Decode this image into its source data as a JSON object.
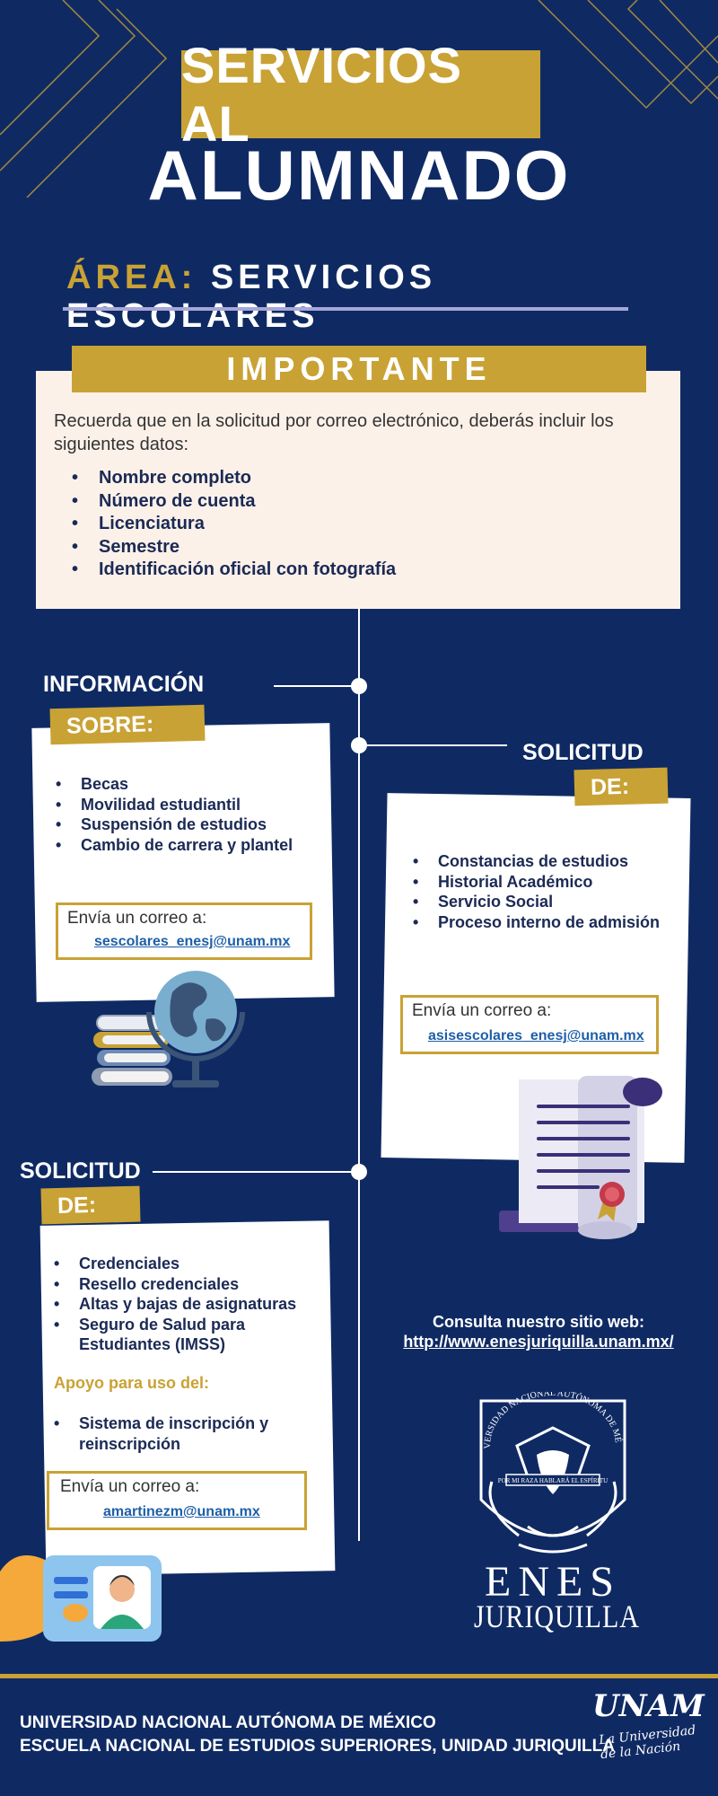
{
  "header": {
    "title_line1": "SERVICIOS AL",
    "title_line2": "ALUMNADO"
  },
  "area": {
    "label": "ÁREA:",
    "value": "SERVICIOS ESCOLARES"
  },
  "importante": {
    "banner": "IMPORTANTE",
    "intro": "Recuerda que en la solicitud por correo electrónico, deberás incluir los siguientes datos:",
    "items": [
      "Nombre completo",
      "Número de cuenta",
      "Licenciatura",
      "Semestre",
      "Identificación oficial con fotografía"
    ]
  },
  "informacion": {
    "heading": "INFORMACIÓN",
    "tag": "SOBRE:",
    "items": [
      "Becas",
      "Movilidad estudiantil",
      "Suspensión de estudios",
      "Cambio de carrera y plantel"
    ],
    "mail_label": "Envía un correo a:",
    "mail_address": "sescolares_enesj@unam.mx"
  },
  "solicitud_right": {
    "heading": "SOLICITUD",
    "tag": "DE:",
    "items": [
      "Constancias de estudios",
      "Historial Académico",
      "Servicio Social",
      "Proceso interno de admisión"
    ],
    "mail_label": "Envía un correo a:",
    "mail_address": "asisescolares_enesj@unam.mx"
  },
  "solicitud_left": {
    "heading": "SOLICITUD",
    "tag": "DE:",
    "items": [
      "Credenciales",
      "Resello credenciales",
      "Altas y bajas de asignaturas",
      "Seguro de Salud para Estudiantes (IMSS)"
    ],
    "support_label": "Apoyo para uso del:",
    "support_items": [
      "Sistema de inscripción y reinscripción"
    ],
    "mail_label": "Envía un correo a:",
    "mail_address": "amartinezm@unam.mx"
  },
  "website": {
    "label": "Consulta nuestro sitio web:",
    "url": "http://www.enesjuriquilla.unam.mx/"
  },
  "logo": {
    "seal_text": "UNIVERSIDAD NACIONAL AUTÓNOMA DE MÉXICO",
    "motto": "POR MI RAZA HABLARÁ EL ESPÍRITU",
    "line1": "ENES",
    "line2": "JURIQUILLA"
  },
  "footer": {
    "line1": "UNIVERSIDAD NACIONAL AUTÓNOMA DE MÉXICO",
    "line2": "ESCUELA NACIONAL DE ESTUDIOS SUPERIORES, UNIDAD JURIQUILLA",
    "unam_logo": "UNAM",
    "unam_tagline": "La Universidad de la Nación"
  },
  "colors": {
    "background": "#0f2a63",
    "gold": "#c9a235",
    "cream": "#fcf1e9",
    "link_blue": "#1e5fa8"
  }
}
